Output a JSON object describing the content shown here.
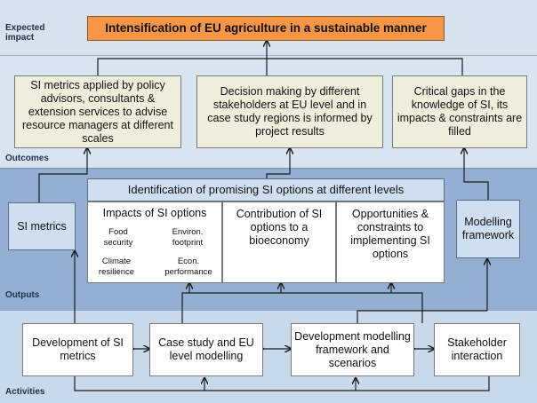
{
  "bands": {
    "impact_label_1": "Expected",
    "impact_label_2": "impact",
    "outcomes_label": "Outcomes",
    "outputs_label": "Outputs",
    "activities_label": "Activities"
  },
  "impact": {
    "title": "Intensification of EU agriculture in a sustainable manner"
  },
  "outcomes": {
    "o1": "SI metrics applied by policy advisors, consultants & extension services to advise resource managers at different scales",
    "o2": "Decision making by different stakeholders at EU level and in case study regions is informed by project results",
    "o3": "Critical gaps in the knowledge of SI, its impacts & constraints are filled"
  },
  "outputs": {
    "si_metrics": "SI metrics",
    "modelling_framework": "Modelling framework",
    "identification": "Identification of promising SI options at different levels",
    "impacts": "Impacts of SI options",
    "food_security": "Food security",
    "environ_footprint": "Environ. footprint",
    "climate_resilience": "Climate resilience",
    "econ_performance": "Econ. performance",
    "contribution": "Contribution of SI options to a bioeconomy",
    "opportunities": "Opportunities & constraints to implementing SI options"
  },
  "activities": {
    "a1": "Development of SI metrics",
    "a2": "Case study and EU level modelling",
    "a3": "Development modelling framework and scenarios",
    "a4": "Stakeholder interaction"
  },
  "colors": {
    "impact_fill": "#f79646",
    "outcomes_band": "#d6e1ef",
    "outputs_band": "#8eacd1",
    "activities_band": "#c6d7ec",
    "arrow": "#1a1a1a"
  }
}
